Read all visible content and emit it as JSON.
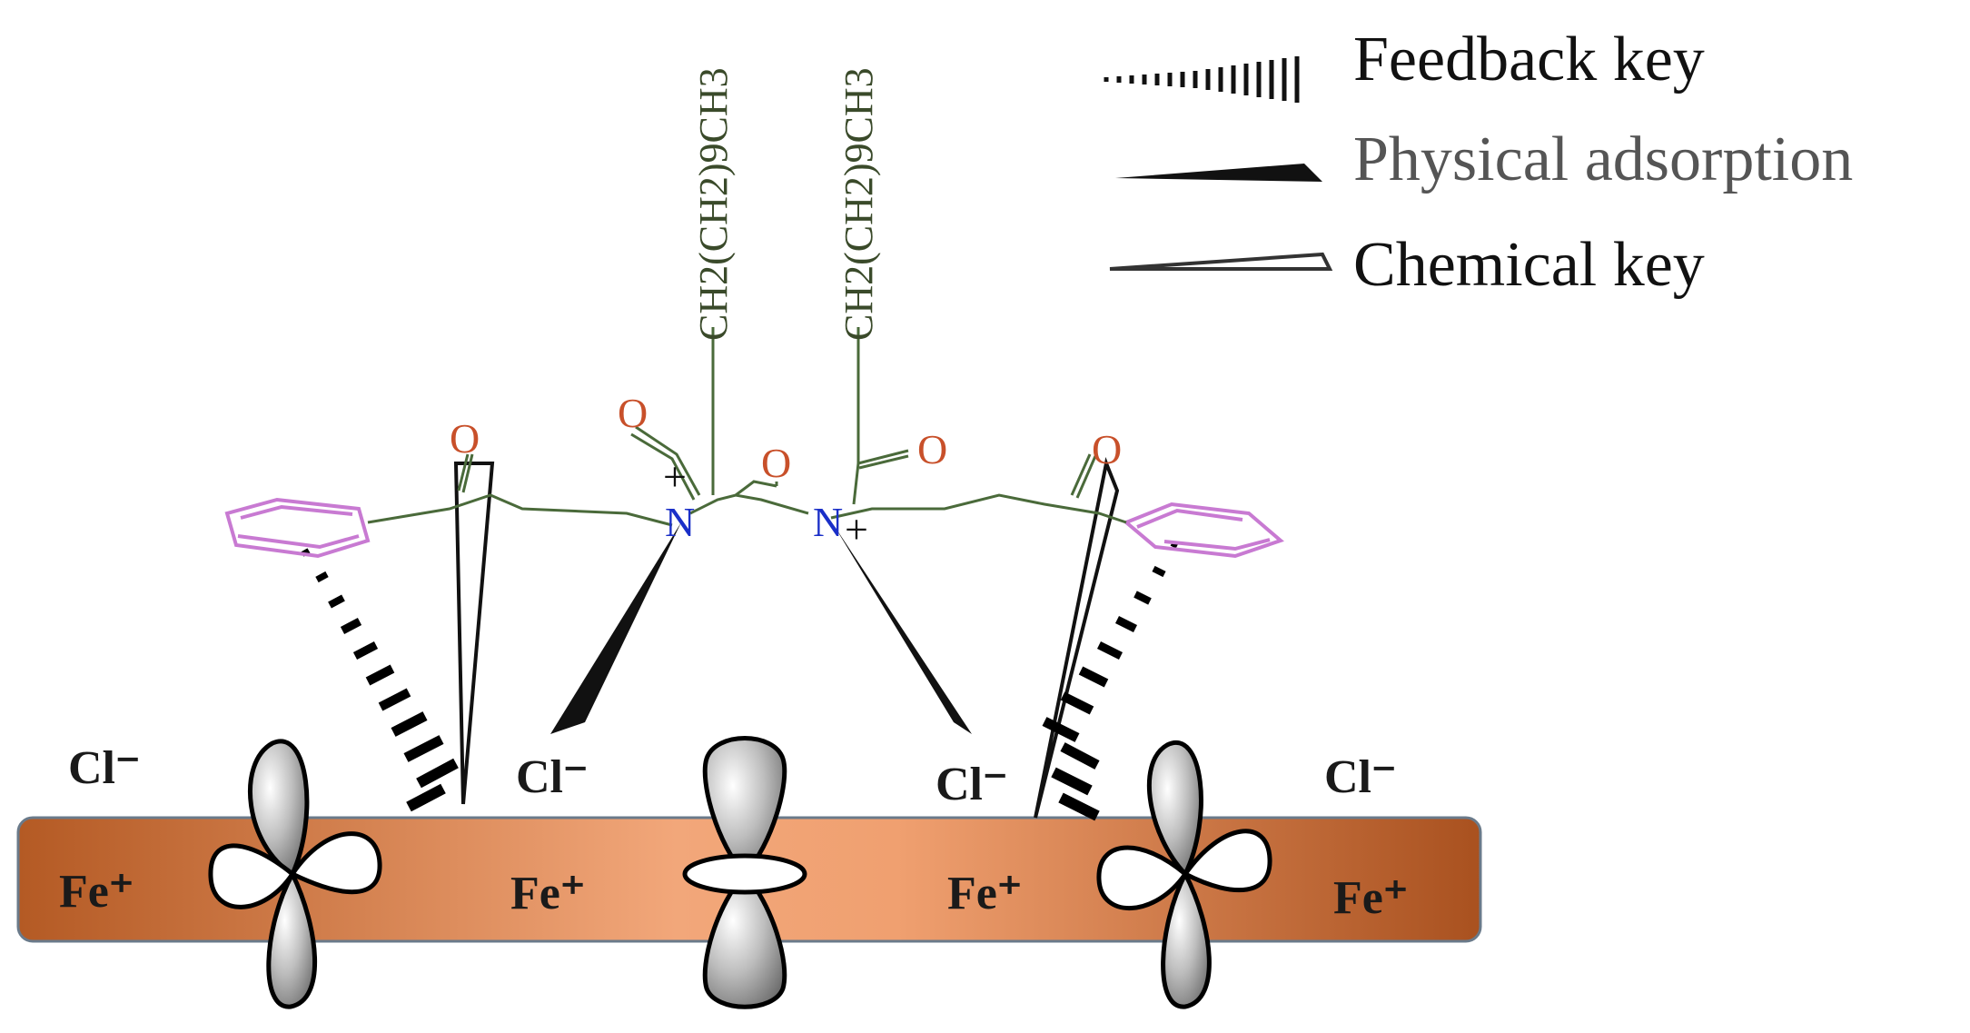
{
  "legend": {
    "feedback": "Feedback key",
    "physical": "Physical adsorption",
    "chemical": "Chemical key"
  },
  "molecule": {
    "chain_left": "CH2(CH2)9CH3",
    "chain_right": "CH2(CH2)9CH3",
    "oxygen": "O",
    "nitrogen": "N",
    "plus": "+"
  },
  "surface": {
    "chloride": [
      "Cl⁻",
      "Cl⁻",
      "Cl⁻",
      "Cl⁻"
    ],
    "iron": [
      "Fe⁺",
      "Fe⁺",
      "Fe⁺",
      "Fe⁺"
    ]
  },
  "colors": {
    "oxygen": "#c8502a",
    "nitrogen": "#1a2fc8",
    "benzene": "#c87ad2",
    "bond": "#4a6a3a",
    "metal_light": "#f2a77a",
    "metal_dark": "#b45a24"
  }
}
